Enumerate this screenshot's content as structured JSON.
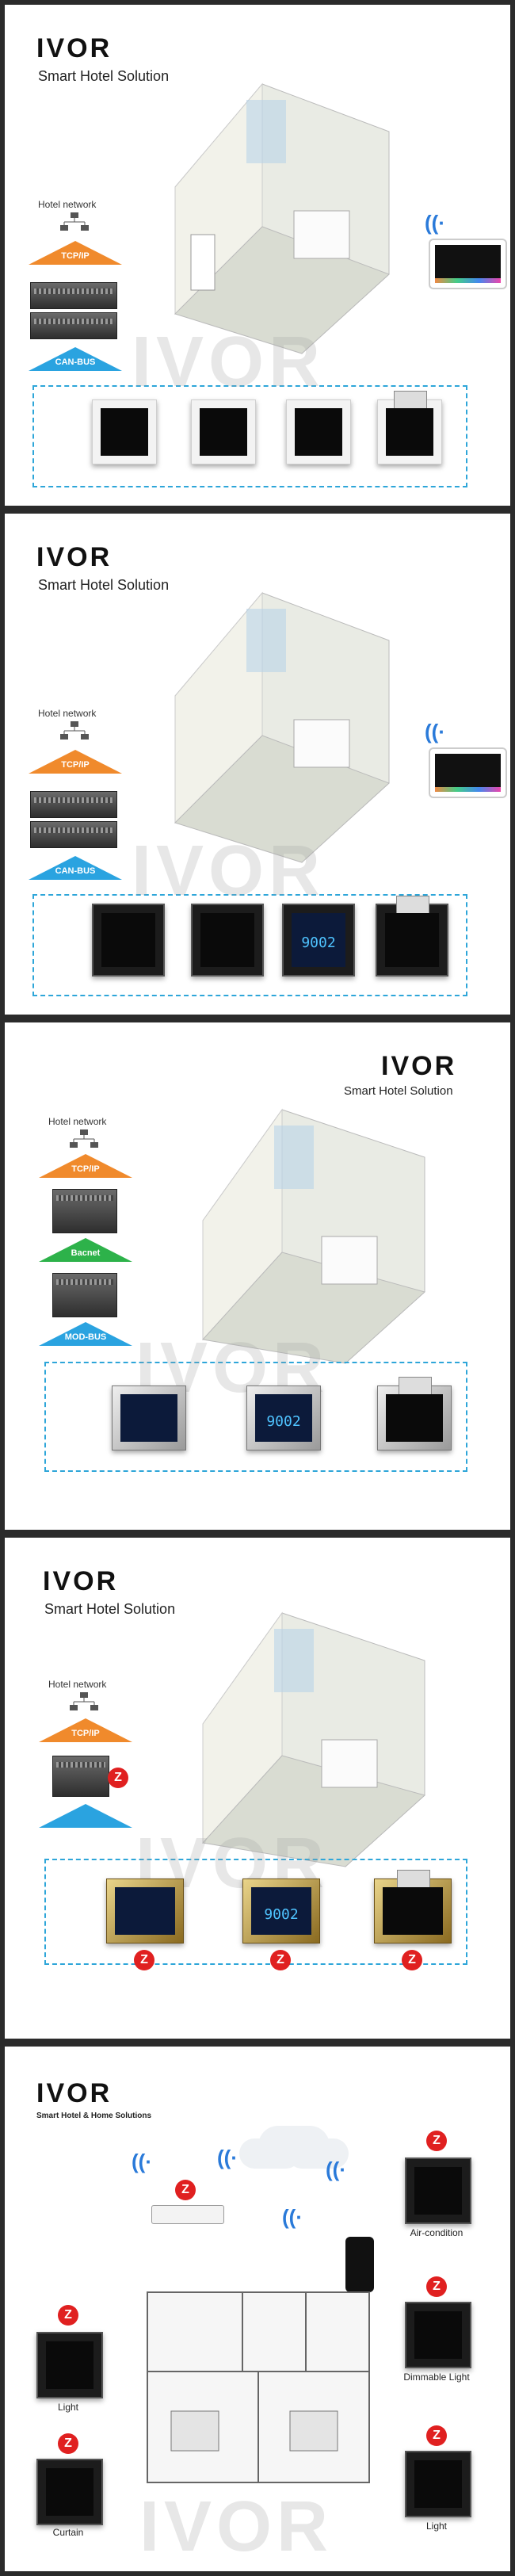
{
  "brand": {
    "logo": "IVOR"
  },
  "colors": {
    "tcp": "#f08a2c",
    "can": "#2aa3e0",
    "bacnet": "#2db24a",
    "modbus": "#2aa3e0",
    "line": "#2ea6d9"
  },
  "panel1": {
    "subtitle": "Smart Hotel Solution",
    "network_label": "Hotel network",
    "protocols": [
      {
        "label": "TCP/IP",
        "color": "#f08a2c"
      },
      {
        "label": "CAN-BUS",
        "color": "#2aa3e0"
      }
    ],
    "switch_style": "white",
    "watermark": "IVOR"
  },
  "panel2": {
    "subtitle": "Smart Hotel Solution",
    "network_label": "Hotel network",
    "protocols": [
      {
        "label": "TCP/IP",
        "color": "#f08a2c"
      },
      {
        "label": "CAN-BUS",
        "color": "#2aa3e0"
      }
    ],
    "display_number": "9002",
    "watermark": "IVOR"
  },
  "panel3": {
    "subtitle": "Smart Hotel Solution",
    "network_label": "Hotel network",
    "protocols": [
      {
        "label": "TCP/IP",
        "color": "#f08a2c"
      },
      {
        "label": "Bacnet",
        "color": "#2db24a"
      },
      {
        "label": "MOD-BUS",
        "color": "#2aa3e0"
      }
    ],
    "display_number": "9002",
    "watermark": "IVOR"
  },
  "panel4": {
    "subtitle": "Smart Hotel Solution",
    "network_label": "Hotel network",
    "protocols": [
      {
        "label": "TCP/IP",
        "color": "#f08a2c"
      }
    ],
    "display_number": "9002",
    "zigbee_icon": "Z",
    "watermark": "IVOR"
  },
  "panel5": {
    "tagline": "Smart Hotel & Home Solutions",
    "zigbee_icon": "Z",
    "devices": [
      {
        "label": "Air-condition"
      },
      {
        "label": "Light"
      },
      {
        "label": "Dimmable Light"
      },
      {
        "label": "Curtain"
      },
      {
        "label": "Light"
      }
    ],
    "watermark": "IVOR"
  }
}
